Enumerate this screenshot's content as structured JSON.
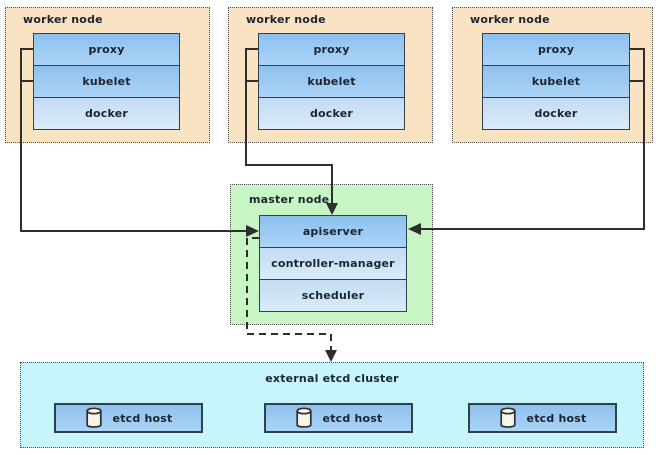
{
  "diagram_type": "kubernetes-external-etcd-topology",
  "workers": [
    {
      "label": "worker node",
      "components": [
        "proxy",
        "kubelet",
        "docker"
      ]
    },
    {
      "label": "worker node",
      "components": [
        "proxy",
        "kubelet",
        "docker"
      ]
    },
    {
      "label": "worker node",
      "components": [
        "proxy",
        "kubelet",
        "docker"
      ]
    }
  ],
  "master": {
    "label": "master node",
    "components": [
      "apiserver",
      "controller-manager",
      "scheduler"
    ]
  },
  "etcd": {
    "label": "external etcd cluster",
    "hosts": [
      {
        "icon": "database-icon",
        "label": "etcd host"
      },
      {
        "icon": "database-icon",
        "label": "etcd host"
      },
      {
        "icon": "database-icon",
        "label": "etcd host"
      }
    ]
  },
  "connections": [
    {
      "from": "worker-node-1 (proxy, kubelet)",
      "to": "apiserver",
      "style": "solid-arrow"
    },
    {
      "from": "worker-node-2 (proxy, kubelet)",
      "to": "apiserver",
      "style": "solid-arrow"
    },
    {
      "from": "worker-node-3 (proxy, kubelet)",
      "to": "apiserver",
      "style": "solid-arrow"
    },
    {
      "from": "apiserver",
      "to": "external etcd cluster",
      "style": "dashed-arrow"
    }
  ],
  "colors": {
    "worker_bg": "#f9e3c3",
    "master_bg": "#c7f6c4",
    "etcd_bg": "#c6f5fb",
    "group_border": "#4d4d4d",
    "box_border": "#32404e",
    "host_border": "#32404e",
    "box_blue_top": "#8ec0ee",
    "box_blue_bottom": "#abd4f7",
    "box_light_top": "#c2dbf3",
    "box_light_bottom": "#daebfb",
    "line": "#2e2e2e",
    "text": "#1c2430",
    "db_icon_fill": "#f7f4e8"
  }
}
